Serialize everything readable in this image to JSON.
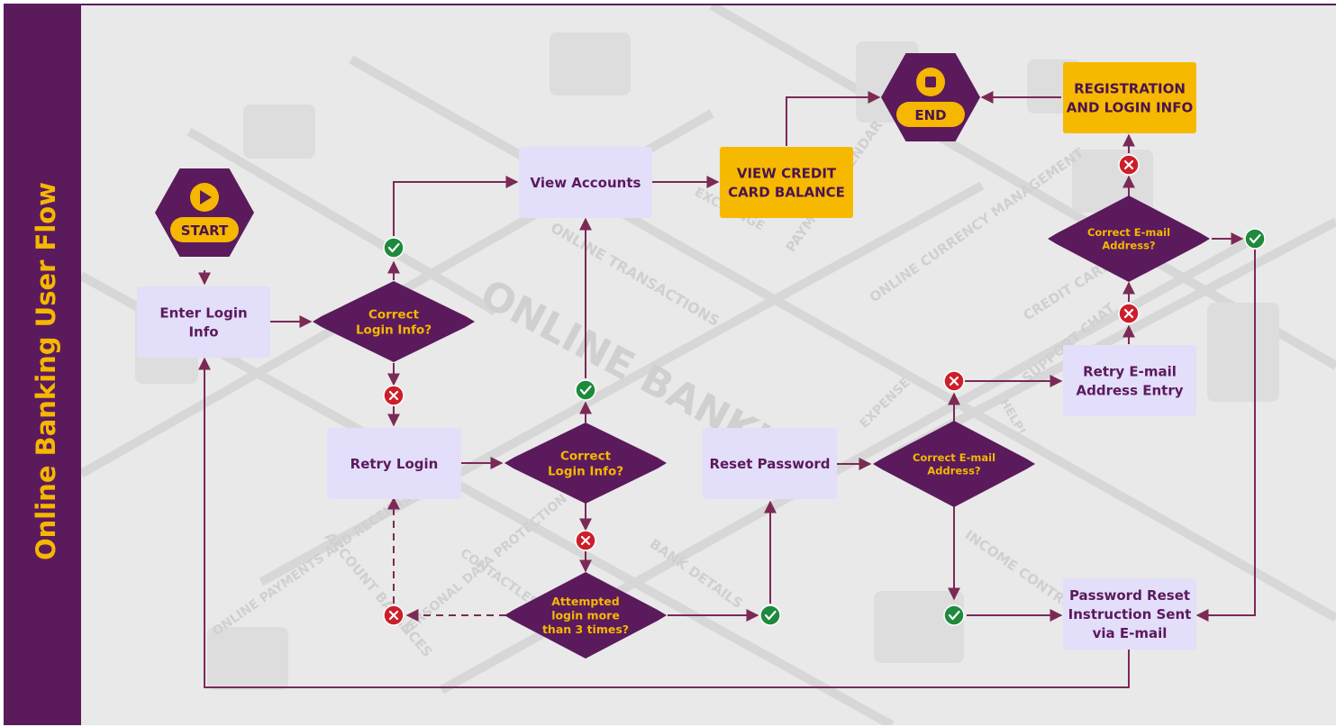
{
  "title": "Online Banking User Flow",
  "colors": {
    "sidebar": "#5b1a5c",
    "canvas": "#e9e9e9",
    "process_fill": "#e3defa",
    "process_text": "#5b1a5c",
    "highlight_fill": "#f7b900",
    "highlight_text": "#4a1450",
    "decision_fill": "#5b1a5c",
    "decision_text": "#f5b700",
    "connector": "#7b2a55",
    "yes": "#1e8a3c",
    "no": "#cc1f2a"
  },
  "terminals": {
    "start": {
      "label": "START",
      "icon": "play-icon"
    },
    "end": {
      "label": "END",
      "icon": "stop-icon"
    }
  },
  "processes": {
    "enter_login": [
      "Enter Login",
      "Info"
    ],
    "retry_login": [
      "Retry Login"
    ],
    "view_accounts": [
      "View Accounts"
    ],
    "reset_password": [
      "Reset Password"
    ],
    "retry_email": [
      "Retry E-mail",
      "Address Entry"
    ],
    "password_reset_sent": [
      "Password Reset",
      "Instruction Sent",
      "via E-mail"
    ]
  },
  "highlights": {
    "view_credit_card": [
      "VIEW CREDIT",
      "CARD BALANCE"
    ],
    "registration_login": [
      "REGISTRATION",
      "AND LOGIN INFO"
    ]
  },
  "decisions": {
    "correct_login_1": [
      "Correct",
      "Login Info?"
    ],
    "correct_login_2": [
      "Correct",
      "Login Info?"
    ],
    "attempted_3": [
      "Attempted",
      "login more",
      "than 3 times?"
    ],
    "correct_email_1": [
      "Correct E-mail",
      "Address?"
    ],
    "correct_email_2": [
      "Correct E-mail",
      "Address?"
    ]
  },
  "background_labels": [
    "ONLINE BANKING",
    "ONLINE TRANSACTIONS",
    "PAYMENT CALENDAR",
    "ONLINE CURRENCY MANAGEMENT",
    "CREDIT CARD",
    "SUPPORT CHAT",
    "EXPENSE",
    "BANK DETAILS",
    "ACCOUNT BALANCES",
    "CONTACTLESS PAYMENT",
    "PERSONAL DATA PROTECTION",
    "ONLINE PAYMENTS AND RECEIPTS",
    "INCOME CONTROL",
    "HELP!",
    "EXCHANGE"
  ]
}
